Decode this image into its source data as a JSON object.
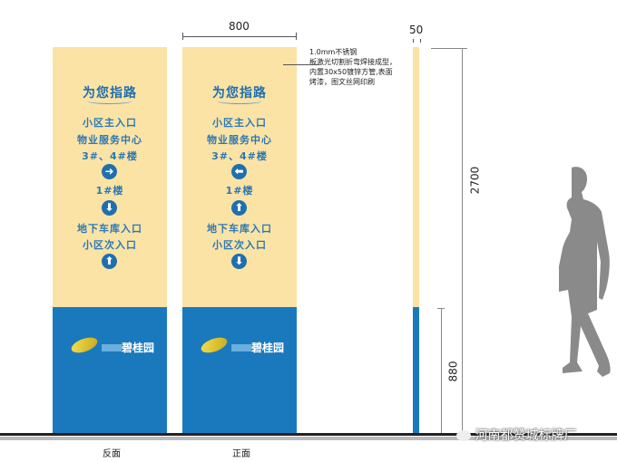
{
  "dimensions": {
    "width": "800",
    "thickness": "50",
    "height": "2700",
    "base_height": "880"
  },
  "note": [
    "1.0mm不锈钢",
    "板激光切割折弯焊接成型，",
    "内置30x50镀锌方管,表面",
    "烤漆，图文丝网印刷"
  ],
  "panels": [
    {
      "label": "反面",
      "title": "为您指路",
      "lines": [
        "小区主入口",
        "物业服务中心",
        "3#、4#楼",
        "1#楼",
        "地下车库入口",
        "小区次入口"
      ],
      "arrows": [
        "right",
        "down",
        "up"
      ],
      "brand": "碧桂园"
    },
    {
      "label": "正面",
      "title": "为您指路",
      "lines": [
        "小区主入口",
        "物业服务中心",
        "3#、4#楼",
        "1#楼",
        "地下车库入口",
        "小区次入口"
      ],
      "arrows": [
        "left",
        "up",
        "down"
      ],
      "brand": "碧桂园"
    }
  ],
  "watermark": "河南都赞城标牌厂",
  "colors": {
    "panel": "#fbe3a6",
    "base": "#1a79bd",
    "text": "#2b78b2"
  }
}
